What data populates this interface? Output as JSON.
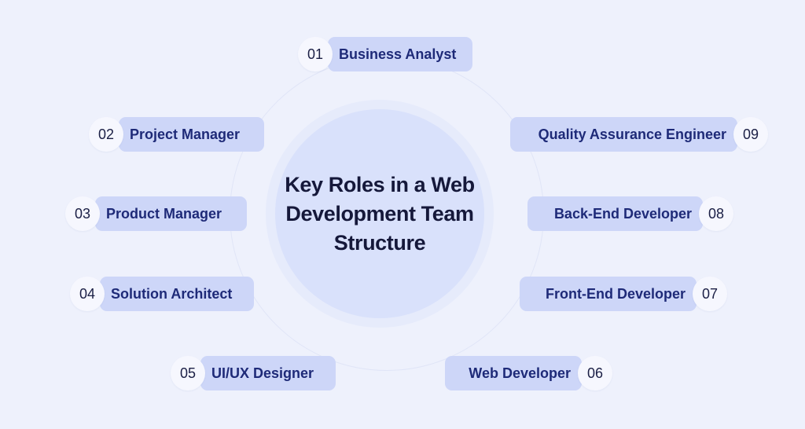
{
  "title": "Key Roles in a Web Development Team Structure",
  "colors": {
    "background": "#eef1fc",
    "pill": "#cdd6f8",
    "pill_text": "#1e2a78",
    "badge": "#f6f7fe",
    "core": "#d9e1fb"
  },
  "roles": [
    {
      "number": "01",
      "label": "Business Analyst"
    },
    {
      "number": "02",
      "label": "Project Manager"
    },
    {
      "number": "03",
      "label": "Product Manager"
    },
    {
      "number": "04",
      "label": "Solution Architect"
    },
    {
      "number": "05",
      "label": "UI/UX Designer"
    },
    {
      "number": "06",
      "label": "Web Developer"
    },
    {
      "number": "07",
      "label": "Front-End Developer"
    },
    {
      "number": "08",
      "label": "Back-End Developer"
    },
    {
      "number": "09",
      "label": "Quality Assurance Engineer"
    }
  ]
}
